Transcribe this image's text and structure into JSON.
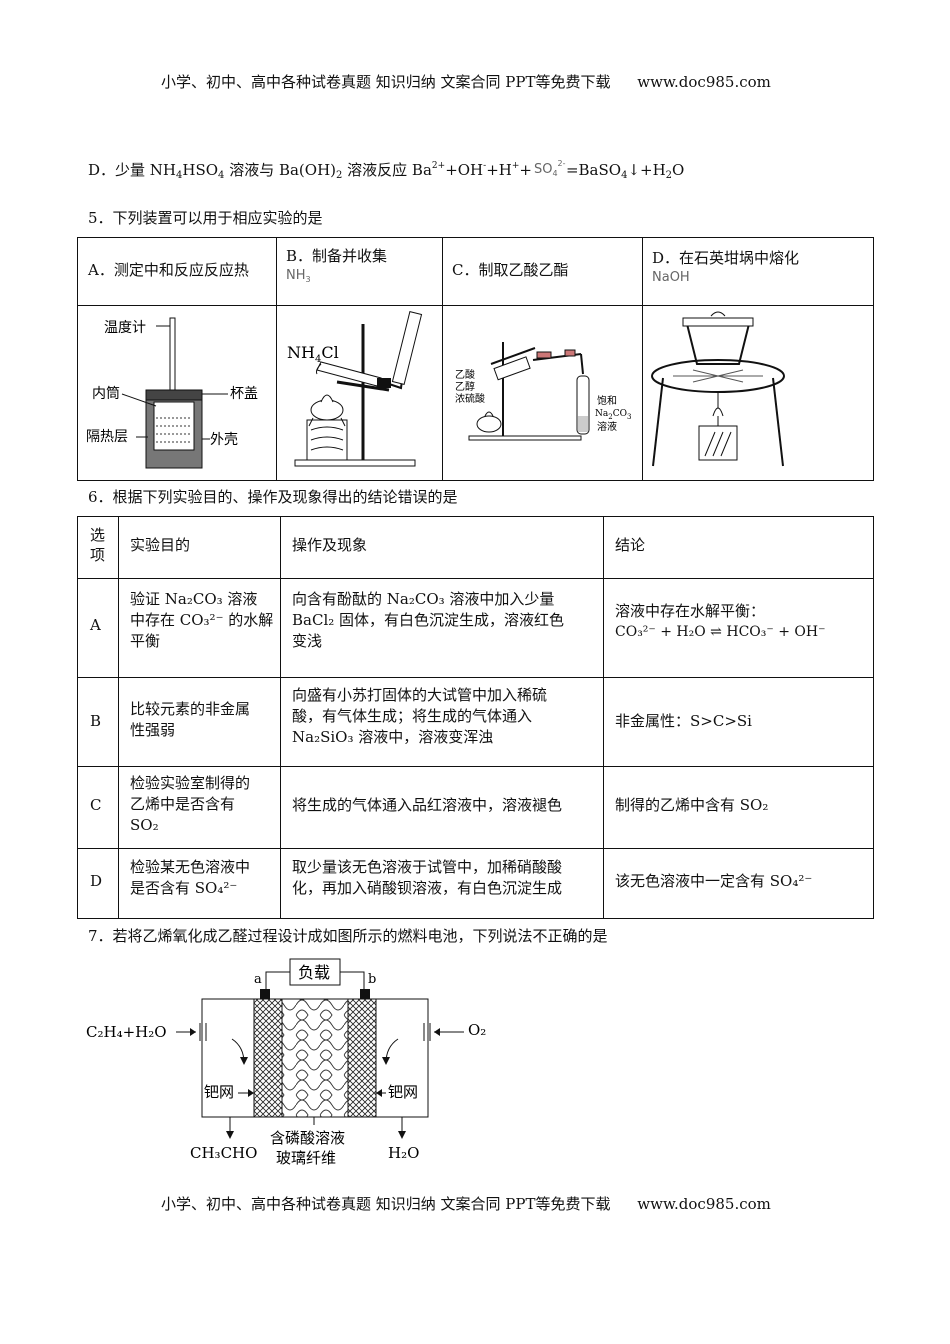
{
  "header": {
    "text": "小学、初中、高中各种试卷真题  知识归纳  文案合同  PPT等免费下载",
    "url": "www.doc985.com"
  },
  "footer": {
    "text": "小学、初中、高中各种试卷真题  知识归纳  文案合同  PPT等免费下载",
    "url": "www.doc985.com"
  },
  "q4d": {
    "prefix": "D．少量 NH",
    "mid": "HSO",
    "mid2": " 溶液与 Ba(OH)",
    "mid3": " 溶液反应 Ba",
    "mid4": "+OH",
    "mid5": "+H",
    "mid6": "+",
    "so4": "SO",
    "end": "=BaSO",
    "end2": "↓+H",
    "end3": "O"
  },
  "q5": {
    "stem": "5．下列装置可以用于相应实验的是",
    "options": [
      {
        "label": "A．测定中和反应反应热"
      },
      {
        "label": "B．制备并收集",
        "formula": "NH",
        "sub": "3"
      },
      {
        "label": "C．制取乙酸乙酯"
      },
      {
        "label": "D．在石英坩埚中熔化",
        "formula": "NaOH"
      }
    ],
    "figA": {
      "thermo": "温度计",
      "inner": "内筒",
      "lid": "杯盖",
      "insul": "隔热层",
      "shell": "外壳"
    },
    "figB": {
      "reagent": "NH",
      "sub": "4",
      "cl": "Cl"
    },
    "figC": {
      "l1": "乙酸",
      "l2": "乙醇",
      "l3": "浓硫酸",
      "r1": "饱和",
      "r2": "Na",
      "r2b": "CO",
      "r3": "溶液"
    }
  },
  "q6": {
    "stem": "6．根据下列实验目的、操作及现象得出的结论错误的是",
    "headers": [
      "选\n项",
      "实验目的",
      "操作及现象",
      "结论"
    ],
    "rows": [
      {
        "opt": "A",
        "purpose": [
          "验证 Na₂CO₃ 溶液",
          "中存在 CO₃²⁻ 的水解",
          "平衡"
        ],
        "op": [
          "向含有酚酞的 Na₂CO₃ 溶液中加入少量",
          "BaCl₂ 固体，有白色沉淀生成，溶液红色",
          "变浅"
        ],
        "concl": [
          "溶液中存在水解平衡：",
          "CO₃²⁻ + H₂O ⇌ HCO₃⁻ + OH⁻"
        ]
      },
      {
        "opt": "B",
        "purpose": [
          "比较元素的非金属",
          "性强弱"
        ],
        "op": [
          "向盛有小苏打固体的大试管中加入稀硫",
          "酸，有气体生成；将生成的气体通入",
          "Na₂SiO₃ 溶液中，溶液变浑浊"
        ],
        "concl": [
          "非金属性：S>C>Si"
        ]
      },
      {
        "opt": "C",
        "purpose": [
          "检验实验室制得的",
          "乙烯中是否含有",
          "SO₂"
        ],
        "op": [
          "将生成的气体通入品红溶液中，溶液褪色"
        ],
        "concl": [
          "制得的乙烯中含有 SO₂"
        ]
      },
      {
        "opt": "D",
        "purpose": [
          "检验某无色溶液中",
          "是否含有 SO₄²⁻"
        ],
        "op": [
          "取少量该无色溶液于试管中，加稀硝酸酸",
          "化，再加入硝酸钡溶液，有白色沉淀生成"
        ],
        "concl": [
          "该无色溶液中一定含有 SO₄²⁻"
        ]
      }
    ]
  },
  "q7": {
    "stem": "7．若将乙烯氧化成乙醛过程设计成如图所示的燃料电池，下列说法不正确的是",
    "load": "负载",
    "a": "a",
    "b": "b",
    "left_in": "C₂H₄+H₂O",
    "right_in": "O₂",
    "pd_left": "钯网",
    "pd_right": "钯网",
    "out_left": "CH₃CHO",
    "out_right": "H₂O",
    "mid1": "含磷酸溶液",
    "mid2": "玻璃纤维"
  }
}
